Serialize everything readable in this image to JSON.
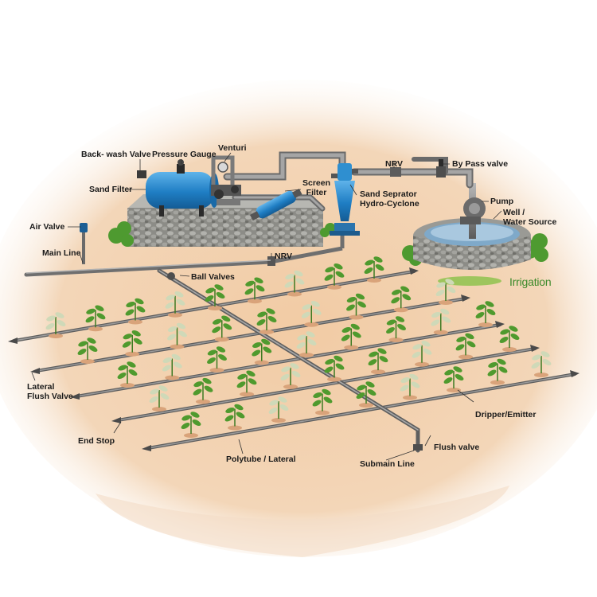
{
  "labels": {
    "backwash_valve": "Back- wash Valve",
    "pressure_gauge": "Pressure Gauge",
    "venturi": "Venturi",
    "sand_filter": "Sand Filter",
    "screen_filter_1": "Screen",
    "screen_filter_2": "Filter",
    "nrv_top": "NRV",
    "bypass_valve": "By Pass valve",
    "sand_separator_1": "Sand Seprator",
    "sand_separator_2": "Hydro-Cyclone",
    "pump": "Pump",
    "well_1": "Well /",
    "well_2": "Water Source",
    "air_valve": "Air Valve",
    "main_line": "Main Line",
    "nrv_main": "NRV",
    "ball_valves": "Ball Valves",
    "irrigation": "Irrigation",
    "lateral_flush_1": "Lateral",
    "lateral_flush_2": "Flush Valve",
    "dripper_emitter": "Dripper/Emitter",
    "end_stop": "End Stop",
    "flush_valve": "Flush valve",
    "polytube_lateral": "Polytube / Lateral",
    "submain_line": "Submain Line"
  },
  "colors": {
    "soil": "#f0cfae",
    "pipe": "#7a7a7a",
    "tank_blue": "#2a86c8",
    "stone": "#8a8a86",
    "leaf": "#4f9a2e",
    "water": "#8ab4d8"
  }
}
